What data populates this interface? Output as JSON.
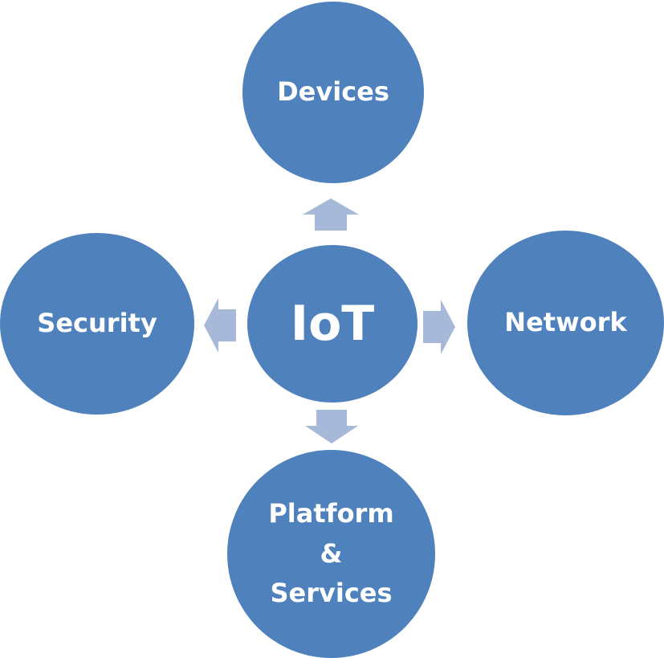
{
  "colors": {
    "node_fill": "#4f81bd",
    "arrow_fill": "#a6b9d9",
    "text": "#ffffff"
  },
  "center": {
    "label": "IoT"
  },
  "nodes": {
    "devices": "Devices",
    "security": "Security",
    "network": "Network",
    "platform": "Platform\n&\nServices"
  },
  "connectors": [
    {
      "from": "IoT",
      "to": "Devices",
      "direction": "up"
    },
    {
      "from": "IoT",
      "to": "Security",
      "direction": "left"
    },
    {
      "from": "IoT",
      "to": "Network",
      "direction": "right"
    },
    {
      "from": "IoT",
      "to": "Platform & Services",
      "direction": "down"
    }
  ]
}
